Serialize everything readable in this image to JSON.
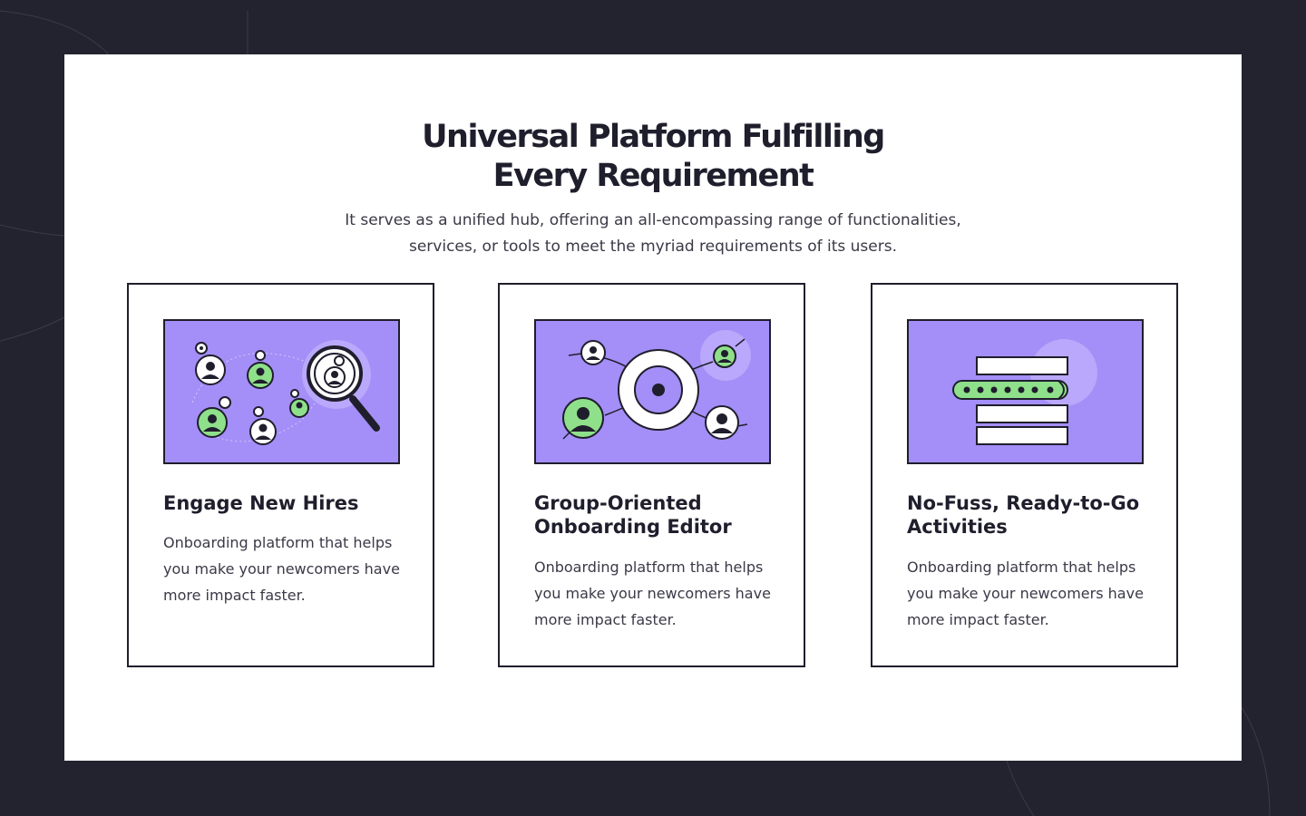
{
  "section": {
    "title_lines": [
      "Universal Platform Fulfilling",
      "Every Requirement"
    ],
    "subtitle_lines": [
      "It serves as a unified hub, offering an all-encompassing range of functionalities,",
      "services, or tools to meet the myriad requirements of its users."
    ]
  },
  "cards": [
    {
      "title_lines": [
        "Engage New Hires"
      ],
      "text_lines": [
        "Onboarding platform that helps",
        "you make your newcomers have",
        "more impact faster."
      ],
      "illustration": "people-search-icon"
    },
    {
      "title_lines": [
        "Group-Oriented",
        "Onboarding Editor"
      ],
      "text_lines": [
        "Onboarding platform that helps",
        "you make your newcomers have",
        "more impact faster."
      ],
      "illustration": "group-target-icon"
    },
    {
      "title_lines": [
        "No-Fuss, Ready-to-Go",
        "Activities"
      ],
      "text_lines": [
        "Onboarding platform that helps",
        "you make your newcomers have",
        "more impact faster."
      ],
      "illustration": "form-progress-icon"
    }
  ],
  "colors": {
    "page_background": "#23222f",
    "panel_background": "#ffffff",
    "illustration_background": "#a48ef7",
    "accent_green": "#8fe08a",
    "ink": "#1f1e2c"
  }
}
